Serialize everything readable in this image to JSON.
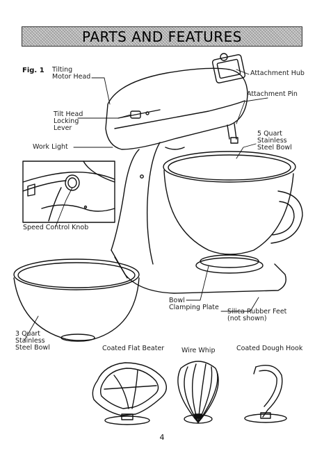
{
  "title": "PARTS AND FEATURES",
  "figure_label": "Fig. 1",
  "labels": {
    "tilting_motor_head": [
      "Tilting",
      "Motor Head"
    ],
    "attachment_hub": "Attachment Hub",
    "attachment_pin": "Attachment Pin",
    "tilt_head_lever": [
      "Tilt Head",
      "Locking",
      "Lever"
    ],
    "work_light": "Work Light",
    "bowl_5qt": [
      "5 Quart",
      "Stainless",
      "Steel Bowl"
    ],
    "speed_control_knob": "Speed Control Knob",
    "bowl_clamping_plate": [
      "Bowl",
      "Clamping Plate"
    ],
    "silica_feet": [
      "Silica Rubber Feet",
      "(not shown)"
    ],
    "bowl_3qt": [
      "3 Quart",
      "Stainless",
      "Steel Bowl"
    ],
    "flat_beater": "Coated Flat Beater",
    "wire_whip": "Wire Whip",
    "dough_hook": "Coated Dough Hook"
  },
  "page_number": "4"
}
